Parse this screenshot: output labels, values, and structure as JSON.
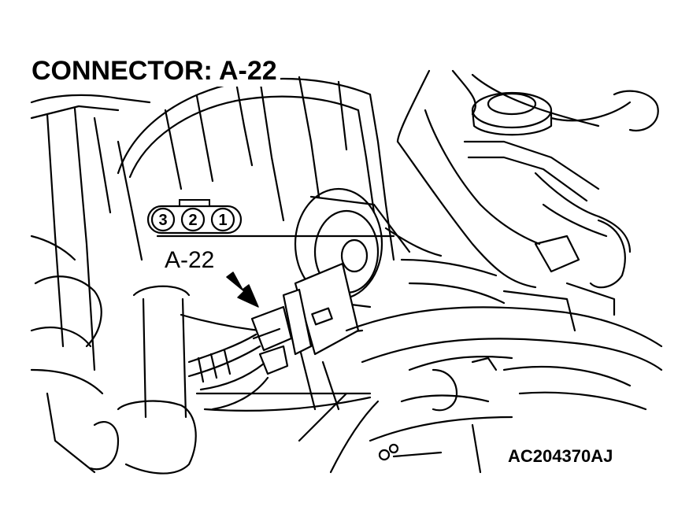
{
  "title": "CONNECTOR: A-22",
  "callout_label": "A-22",
  "figure_code": "AC204370AJ",
  "connector_pins": [
    "3",
    "2",
    "1"
  ]
}
